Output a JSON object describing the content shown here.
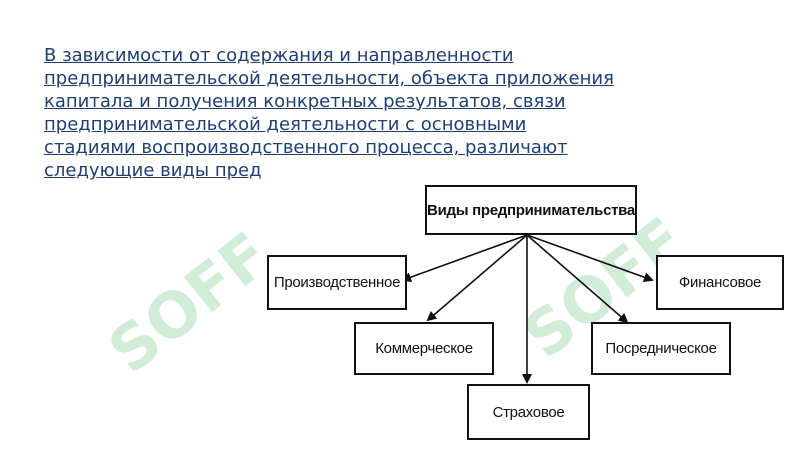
{
  "watermark": "SOFF",
  "intro_lines": [
    " В зависимости от содержания и направленности",
    "предпринимательской деятельности, объекта приложения",
    "капитала и получения конкретных результатов, связи",
    "предпринимательской деятельности с основными",
    "стадиями воспроизводственного процесса, различают",
    "следующие виды пред"
  ],
  "diagram": {
    "root": "Виды предпринимательства",
    "children": [
      "Производственное",
      "Коммерческое",
      "Страховое",
      "Посредническое",
      "Финансовое"
    ]
  }
}
